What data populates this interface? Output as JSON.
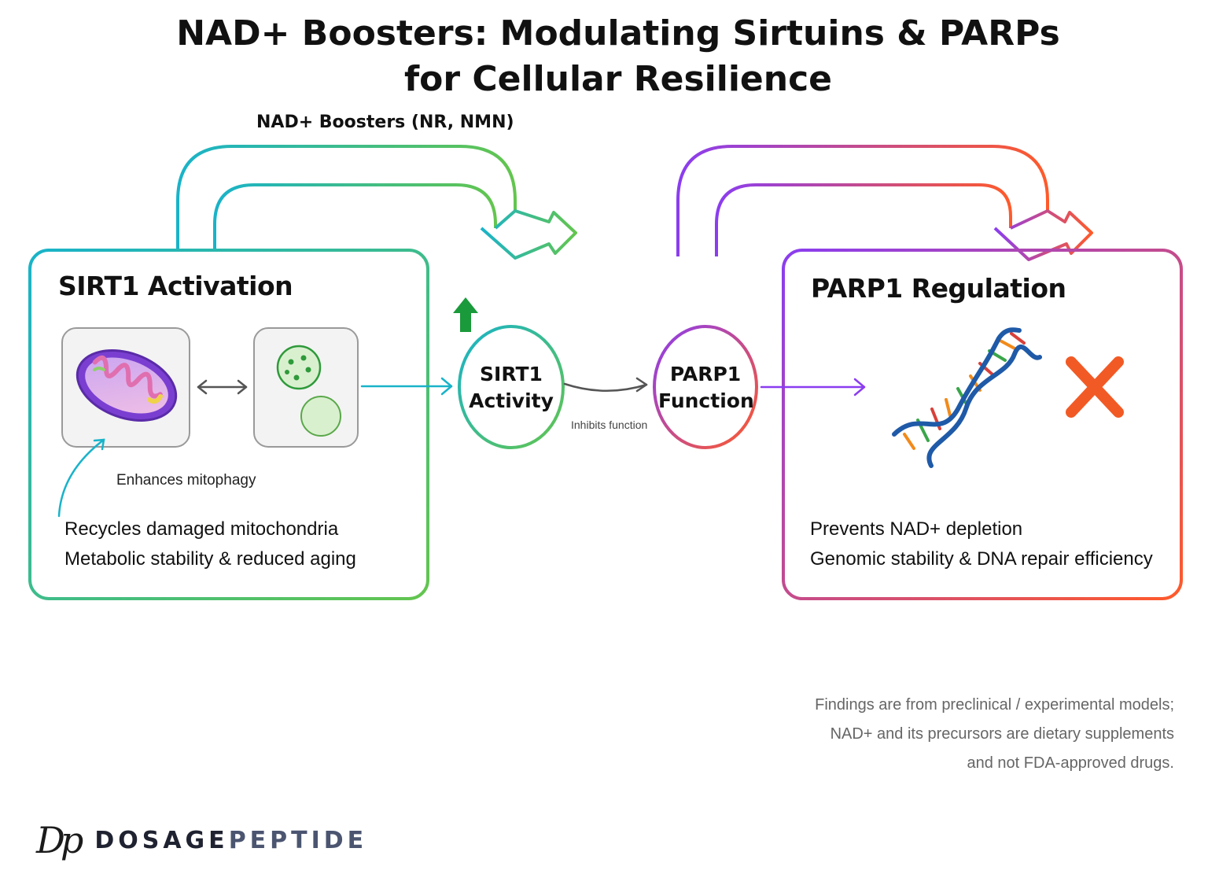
{
  "title": {
    "line1": "NAD+ Boosters: Modulating Sirtuins & PARPs",
    "line2": "for Cellular Resilience"
  },
  "boosters_label": "NAD+ Boosters (NR, NMN)",
  "sirt1_box": {
    "title": "SIRT1 Activation",
    "mitophagy_label": "Enhances mitophagy",
    "effects": [
      "Recycles damaged mitochondria",
      "Metabolic stability & reduced aging"
    ]
  },
  "sirt1_node": {
    "line1": "SIRT1",
    "line2": "Activity"
  },
  "inhibits_label": "Inhibits function",
  "parp1_node": {
    "line1": "PARP1",
    "line2": "Function"
  },
  "parp1_box": {
    "title": "PARP1 Regulation",
    "effects": [
      "Prevents NAD+ depletion",
      "Genomic stability & DNA repair efficiency"
    ]
  },
  "disclaimer": [
    "Findings are from preclinical / experimental models;",
    "NAD+ and its precursors are dietary supplements",
    "and not FDA-approved drugs."
  ],
  "brand": {
    "mark": "Dp",
    "name_part1": "DOSAGE",
    "name_part2": "PEPTIDE"
  },
  "icons": [
    "up-arrow-icon",
    "mitochondrion-icon",
    "bidirectional-arrow-icon",
    "vesicle-icon",
    "dna-helix-icon",
    "x-mark-icon"
  ],
  "colors": {
    "teal": "#19b3c9",
    "green": "#63c54e",
    "purple": "#8a3df0",
    "orange": "#ff5a2a",
    "up_arrow": "#1a9a3a",
    "x_mark": "#f25a25",
    "dna_blue": "#1f5aa8"
  }
}
